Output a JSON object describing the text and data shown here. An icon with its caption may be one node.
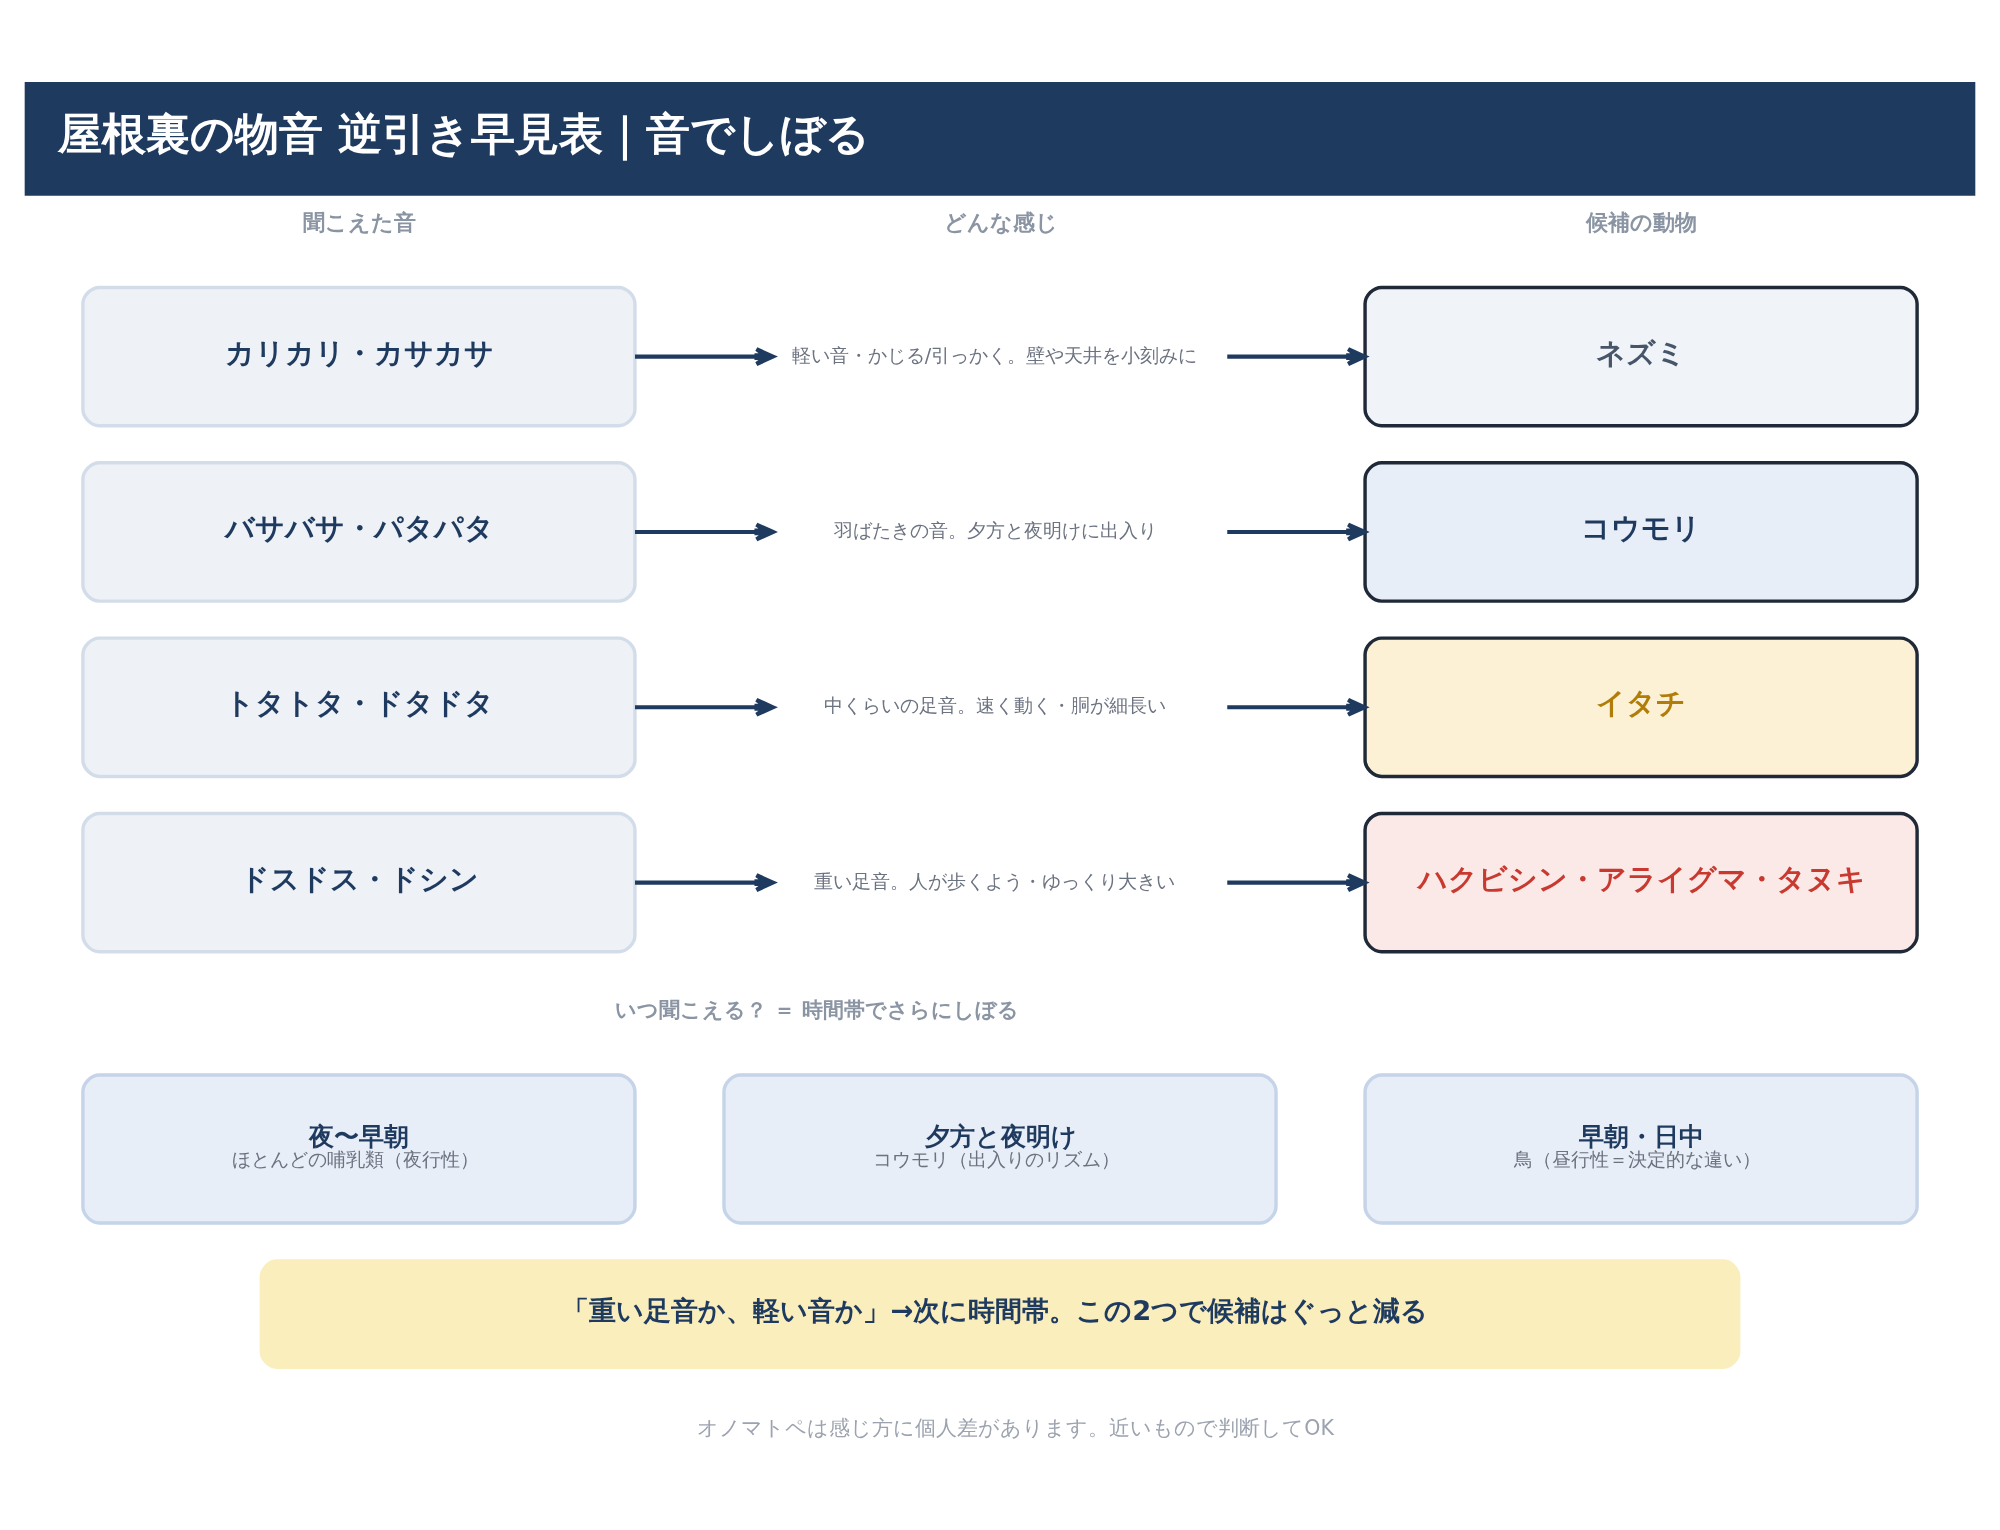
{
  "diagram": {
    "title": "屋根裏の物音 逆引き早見表｜音でしぼる",
    "caption": "オノマトペは感じ方に個人差があります。近いもので判断してOK",
    "nodes": [
      {
        "text": [
          "カリカリ・カサカサ"
        ]
      },
      {
        "text": [
          "軽い音・かじる/引っかく。壁や天井を小刻みに"
        ]
      },
      {
        "text": [
          "ネズミ"
        ]
      },
      {
        "text": [
          "バサバサ・パタパタ"
        ]
      },
      {
        "text": [
          "羽ばたきの音。夕方と夜明けに出入り"
        ]
      },
      {
        "text": [
          "コウモリ"
        ]
      },
      {
        "text": [
          "トタトタ・ドタドタ"
        ]
      },
      {
        "text": [
          "中くらいの足音。速く動く・胴が細長い"
        ]
      },
      {
        "text": [
          "イタチ"
        ]
      },
      {
        "text": [
          "ドスドス・ドシン"
        ]
      },
      {
        "text": [
          "重い足音。人が歩くよう・ゆっくり大きい"
        ]
      },
      {
        "text": [
          "ハクビシン・アライグマ・タヌキ"
        ]
      },
      {
        "text": [
          "夜〜早朝",
          "ほとんどの哺乳類（夜行性）"
        ]
      },
      {
        "text": [
          "夕方と夜明け",
          "コウモリ（出入りのリズム）"
        ]
      },
      {
        "text": [
          "早朝・日中",
          "鳥（昼行性＝決定的な違い）"
        ]
      },
      {
        "text": [
          "「重い足音か、軽い音か」→次に時間帯。この2つで候補はぐっと減る"
        ]
      }
    ],
    "edges": [
      {
        "from": 0,
        "to": 1,
        "arrow": "to"
      },
      {
        "from": 1,
        "to": 2,
        "arrow": "to"
      },
      {
        "from": 3,
        "to": 4,
        "arrow": "to"
      },
      {
        "from": 4,
        "to": 5,
        "arrow": "to"
      },
      {
        "from": 6,
        "to": 7,
        "arrow": "to"
      },
      {
        "from": 7,
        "to": 8,
        "arrow": "to"
      },
      {
        "from": 9,
        "to": 10,
        "arrow": "to"
      },
      {
        "from": 10,
        "to": 11,
        "arrow": "to"
      }
    ],
    "labels": [
      "聞こえた音",
      "どんな感じ",
      "候補の動物",
      "いつ聞こえる？ ＝ 時間帯でさらにしぼる"
    ]
  }
}
